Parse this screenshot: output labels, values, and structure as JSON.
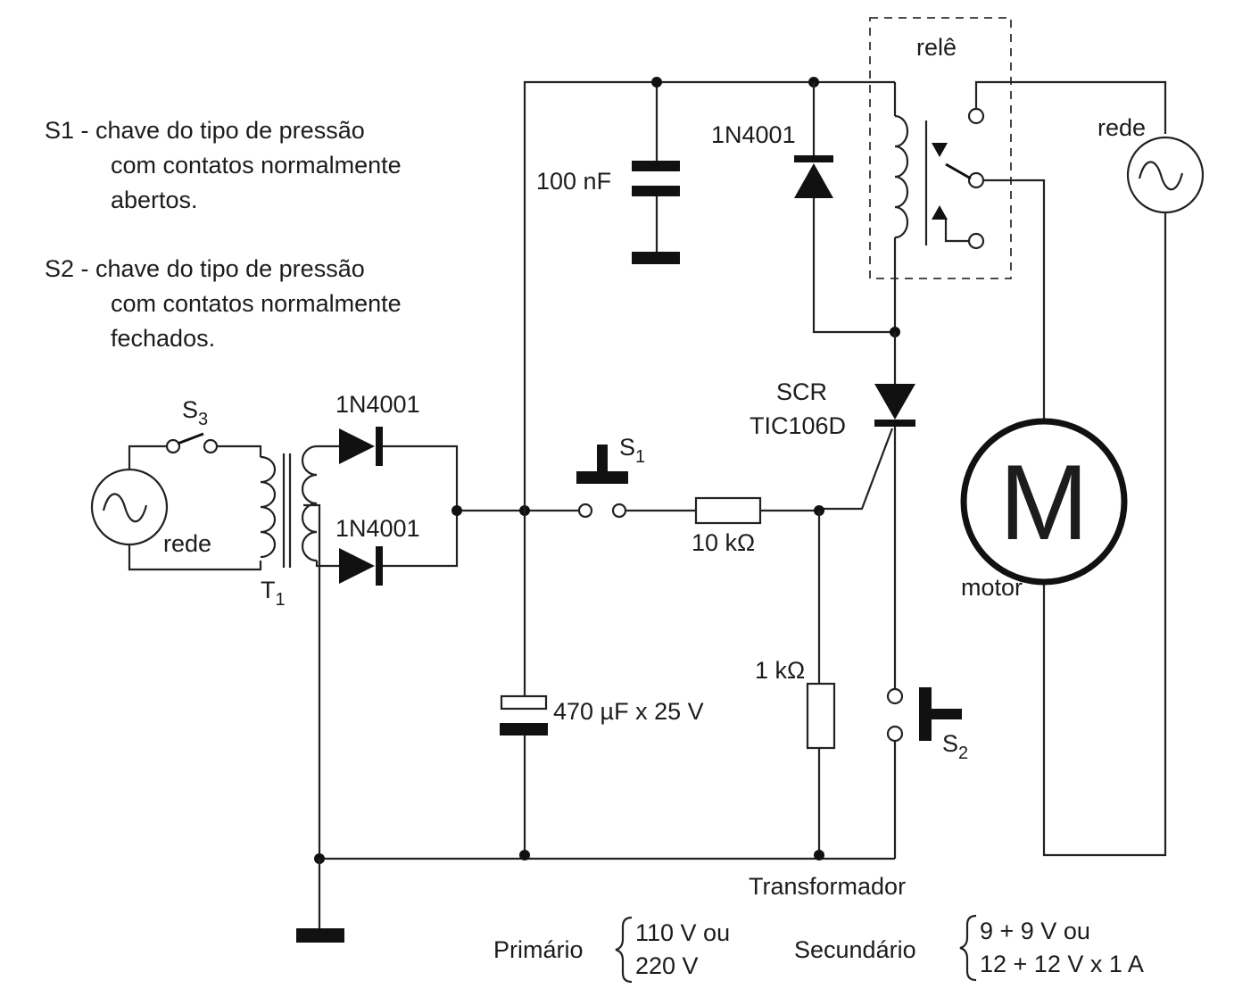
{
  "notes": {
    "s1_line1": "S1 - chave do tipo de pressão",
    "s1_line2": "com contatos normalmente",
    "s1_line3": "abertos.",
    "s2_line1": "S2 - chave do tipo de pressão",
    "s2_line2": "com contatos normalmente",
    "s2_line3": "fechados."
  },
  "labels": {
    "s3": "S",
    "s3_sub": "3",
    "rede_left": "rede",
    "t1": "T",
    "t1_sub": "1",
    "d1": "1N4001",
    "d2": "1N4001",
    "d3": "1N4001",
    "cap_100nf": "100 nF",
    "cap_470uf": "470 µF x 25 V",
    "r_10k": "10 kΩ",
    "r_1k": "1 kΩ",
    "s1": "S",
    "s1_sub": "1",
    "s2": "S",
    "s2_sub": "2",
    "scr_1": "SCR",
    "scr_2": "TIC106D",
    "relay": "relê",
    "rede_right": "rede",
    "motor_letter": "M",
    "motor": "motor"
  },
  "transformer_spec": {
    "title": "Transformador",
    "primary_label": "Primário",
    "primary_1": "110 V ou",
    "primary_2": "220 V",
    "secondary_label": "Secundário",
    "secondary_1": "9 + 9 V ou",
    "secondary_2": "12 + 12 V x 1 A"
  }
}
